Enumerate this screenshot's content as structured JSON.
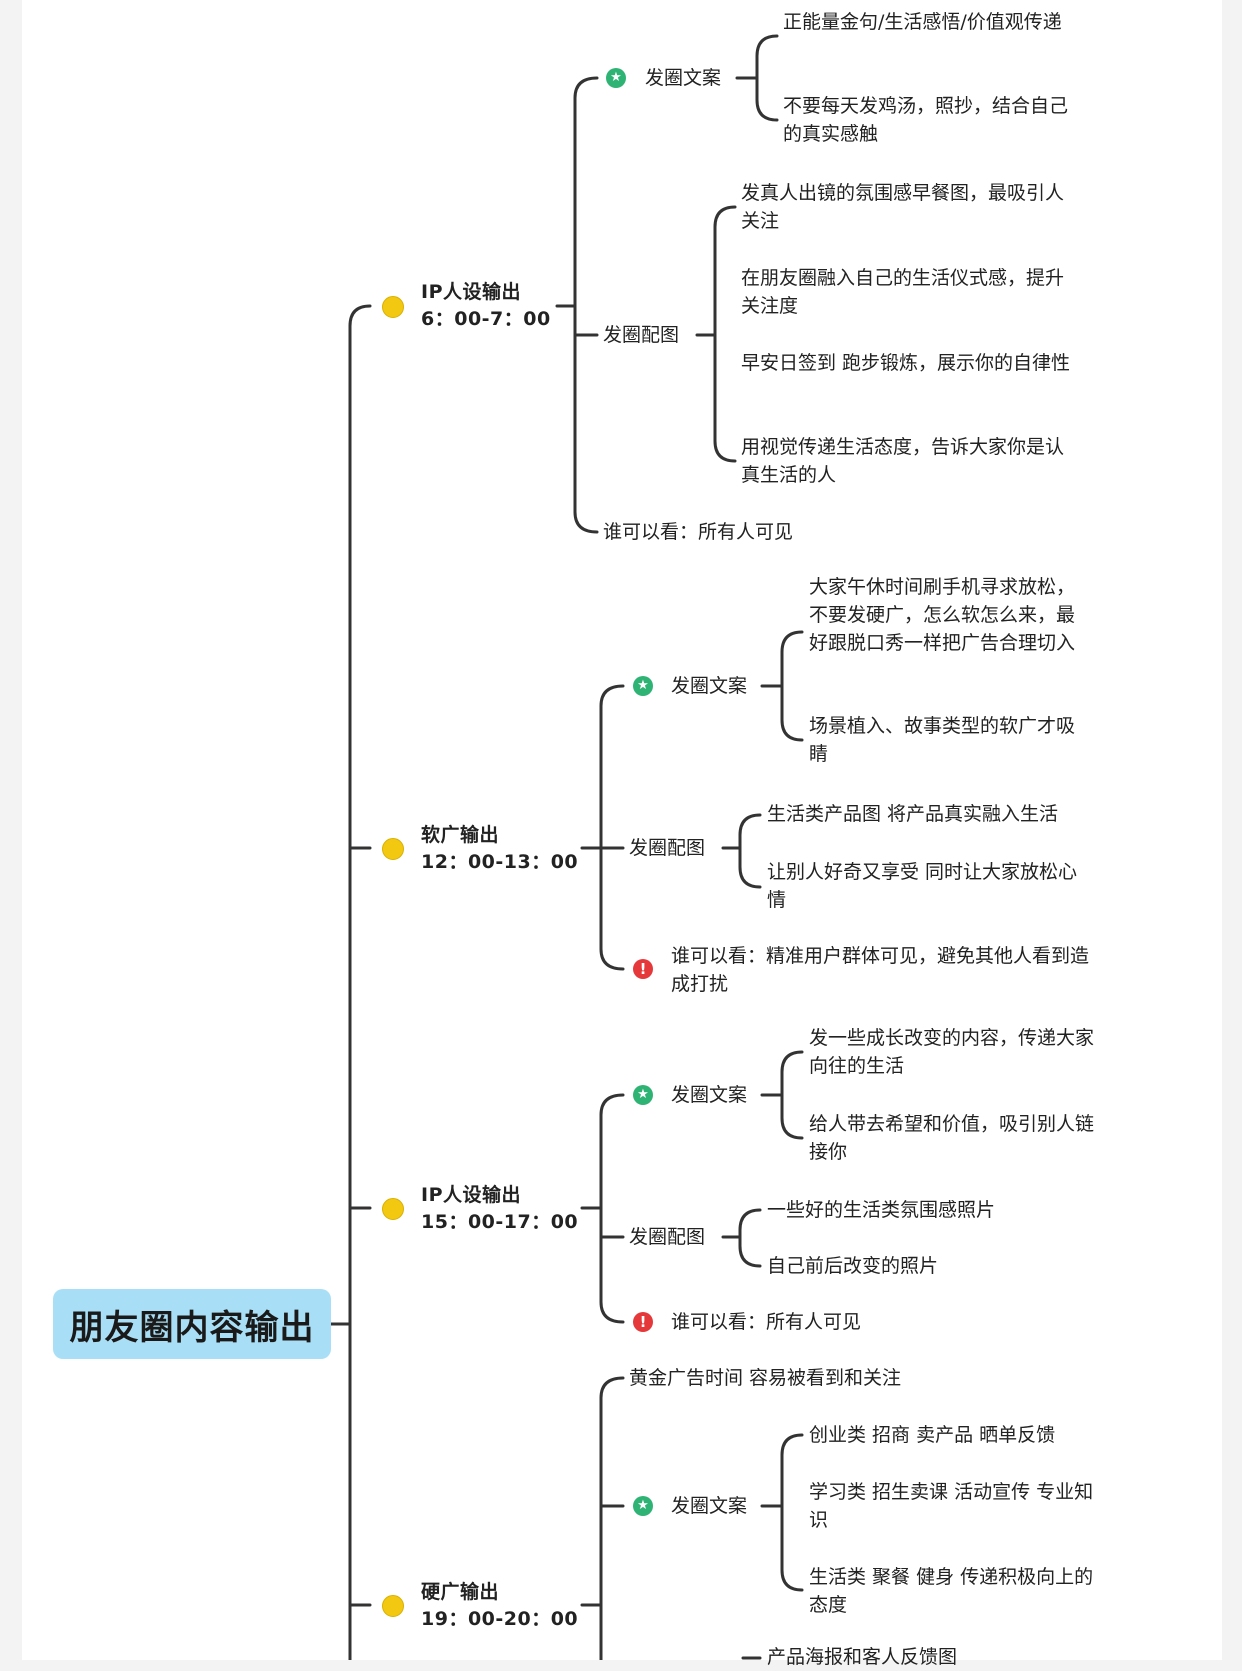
{
  "root": "朋友圈内容输出",
  "icons": {
    "priority": "yellow-dot",
    "star": "green-star",
    "alert": "red-exclamation"
  },
  "colors": {
    "root_bg": "#a9dff6",
    "line": "#333333",
    "dot": "#f2c811",
    "star": "#2fb374",
    "alert": "#e5383b"
  },
  "branches": [
    {
      "title": "IP人设输出",
      "time": "6：00-7：00",
      "copy_label": "发圈文案",
      "copy_items": [
        "正能量金句/生活感悟/价值观传递",
        "不要每天发鸡汤，照抄，结合自己的真实感触"
      ],
      "image_label": "发圈配图",
      "image_items": [
        "发真人出镜的氛围感早餐图，最吸引人关注",
        "在朋友圈融入自己的生活仪式感，提升关注度",
        "早安日签到 跑步锻炼，展示你的自律性",
        "用视觉传递生活态度，告诉大家你是认真生活的人"
      ],
      "visibility": "谁可以看：所有人可见"
    },
    {
      "title": "软广输出",
      "time": "12：00-13：00",
      "copy_label": "发圈文案",
      "copy_items": [
        "大家午休时间刷手机寻求放松，不要发硬广，怎么软怎么来，最好跟脱口秀一样把广告合理切入",
        "场景植入、故事类型的软广才吸睛"
      ],
      "image_label": "发圈配图",
      "image_items": [
        "生活类产品图 将产品真实融入生活",
        "让别人好奇又享受 同时让大家放松心情"
      ],
      "visibility": "谁可以看：精准用户群体可见，避免其他人看到造成打扰"
    },
    {
      "title": "IP人设输出",
      "time": "15：00-17：00",
      "copy_label": "发圈文案",
      "copy_items": [
        "发一些成长改变的内容，传递大家向往的生活",
        "给人带去希望和价值，吸引别人链接你"
      ],
      "image_label": "发圈配图",
      "image_items": [
        "一些好的生活类氛围感照片",
        "自己前后改变的照片"
      ],
      "visibility": "谁可以看：所有人可见"
    },
    {
      "title": "硬广输出",
      "time": "19：00-20：00",
      "note": "黄金广告时间 容易被看到和关注",
      "copy_label": "发圈文案",
      "copy_items": [
        "创业类 招商 卖产品 晒单反馈",
        "学习类 招生卖课 活动宣传 专业知识",
        "生活类 聚餐 健身 传递积极向上的态度"
      ],
      "partial_item": "产品海报和客人反馈图"
    }
  ]
}
